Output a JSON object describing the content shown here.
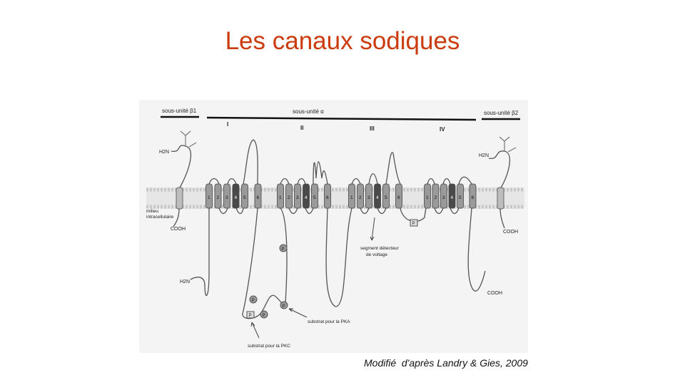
{
  "title": "Les canaux sodiques",
  "caption": "Modifié  d'après Landry & Gies, 2009",
  "figure": {
    "beta1_label": "sous-unité β1",
    "alpha_label": "sous-unité α",
    "beta2_label": "sous-unité β2",
    "domains": [
      "I",
      "II",
      "III",
      "IV"
    ],
    "segment_numbers": [
      "1",
      "2",
      "3",
      "4",
      "5",
      "6"
    ],
    "voltage_sensor_label": [
      "segment détecteur",
      "de voltage"
    ],
    "intracellular_label": [
      "milieu",
      "intracellulaire"
    ],
    "h2n": "H2N",
    "cooh": "COOH",
    "phospho": "P",
    "pka_label": "substrat pour la PKA",
    "pkc_label": "substrat pour la PKC",
    "colors": {
      "membrane": "#c8c8c8",
      "segment": "#9a9a9a",
      "sensor": "#4a4a4a",
      "title": "#cc3b0e"
    }
  }
}
